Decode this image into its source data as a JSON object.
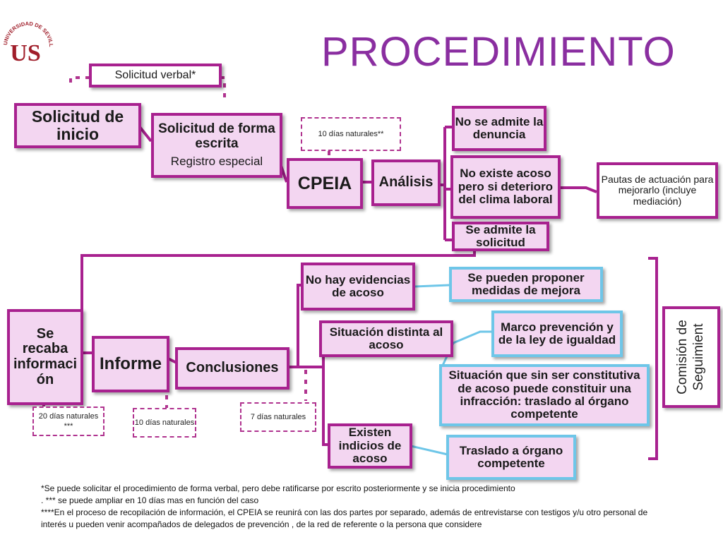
{
  "title": "PROCEDIMIENTO",
  "logo": {
    "arc_text": "UNIVERSIDAD DE SEVILLA",
    "monogram": "US"
  },
  "nodes": {
    "verbal": "Solicitud verbal*",
    "inicio": "Solicitud de inicio",
    "escrita": "Solicitud de forma escrita",
    "registro": "Registro especial",
    "cpeia": "CPEIA",
    "analisis": "Análisis",
    "no_admite": "No se admite la denuncia",
    "no_existe": "No existe acoso pero si deterioro del clima laboral",
    "admite": "Se admite la solicitud",
    "pautas": "Pautas de actuación para mejorarlo (incluye mediación)",
    "recaba": "Se recaba informaci ón",
    "informe": "Informe",
    "conclusiones": "Conclusiones",
    "no_hay": "No hay evidencias de acoso",
    "situacion": "Situación distinta al acoso",
    "existen": "Existen indicios de acoso",
    "proponer": "Se pueden proponer medidas de mejora",
    "marco": "Marco prevención y de la ley de igualdad",
    "situacion_sin": "Situación que sin ser constitutiva de acoso puede constituir una infracción: traslado al órgano competente",
    "traslado": "Traslado a órgano competente",
    "comision": "Comisión de Seguimient"
  },
  "dashed": {
    "d10_top": "10 días naturales**",
    "d20": "20 días naturales ***",
    "d10_bottom": "10 días naturales",
    "d7": "7 días naturales"
  },
  "footnotes": [
    "*Se puede solicitar el procedimiento de forma verbal, pero debe ratificarse por escrito posteriormente y se inicia procedimiento",
    ". *** se puede ampliar en 10 días mas en función del caso",
    "****En el proceso de recopilación de información, el CPEIA se reunirá con las dos partes por separado, además de entrevistarse con testigos y/u otro personal de",
    "interés u pueden venir acompañados de delegados de prevención , de la red de referente o la persona que considere"
  ],
  "colors": {
    "primary": "#a8218f",
    "fill": "#f3d6f1",
    "accent_blue": "#6ec6e8",
    "title": "#8a2ea0"
  }
}
